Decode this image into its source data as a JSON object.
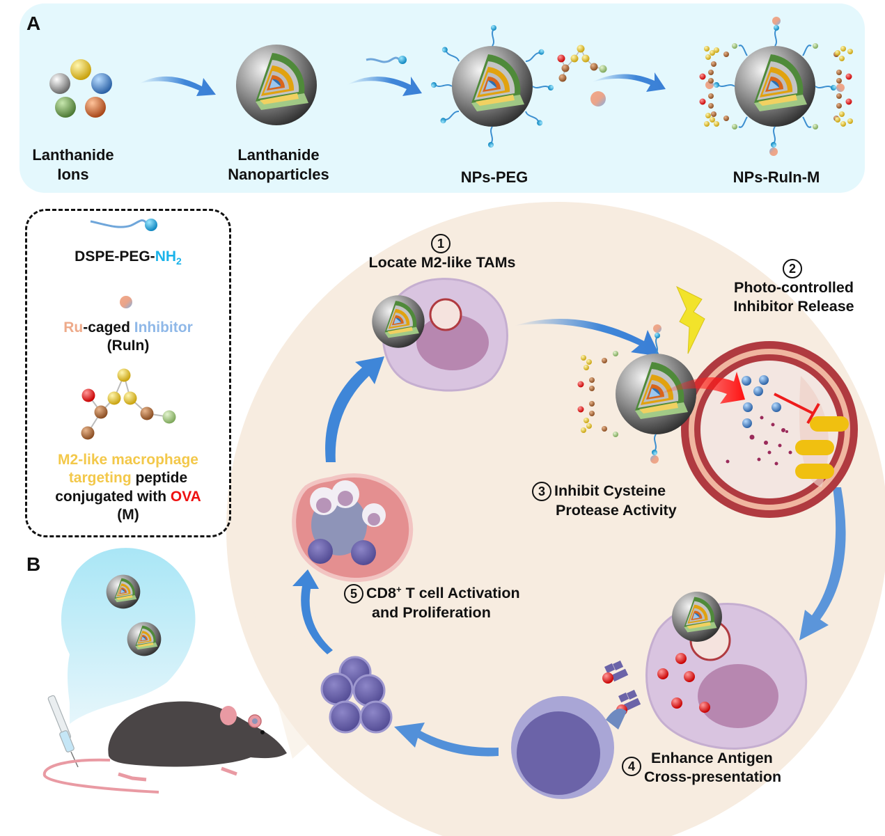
{
  "panels": {
    "a_label": "A",
    "b_label": "B"
  },
  "synthesis": {
    "stages": [
      {
        "line1": "Lanthanide",
        "line2": "Ions"
      },
      {
        "line1": "Lanthanide",
        "line2": "Nanoparticles"
      },
      {
        "line1": "NPs-PEG",
        "line2": ""
      },
      {
        "line1": "NPs-RuIn-M",
        "line2": ""
      }
    ]
  },
  "legend": {
    "peg": {
      "main": "DSPE-PEG-",
      "accent": "NH",
      "sub": "2"
    },
    "ruin": {
      "ru": "Ru",
      "caged": "-caged ",
      "inhibitor": "Inhibitor",
      "abbr": "(RuIn)"
    },
    "peptide": {
      "targeting1": "M2-like macrophage",
      "targeting2": "targeting",
      "rest1": " peptide",
      "rest2": "conjugated with ",
      "ova": "OVA",
      "abbr": "(M)"
    }
  },
  "steps": [
    {
      "num": "1",
      "line1": "Locate M2-like TAMs",
      "line2": ""
    },
    {
      "num": "2",
      "line1": "Photo-controlled",
      "line2": "Inhibitor Release"
    },
    {
      "num": "3",
      "line1": "Inhibit Cysteine",
      "line2": "Protease Activity"
    },
    {
      "num": "4",
      "line1": "Enhance Antigen",
      "line2": "Cross-presentation"
    },
    {
      "num": "5",
      "line1": "CD8",
      "sup": "+",
      "line1b": " T cell Activation",
      "line2": "and Proliferation"
    }
  ],
  "colors": {
    "panel_a_bg": "#e4f8fd",
    "cycle_bg": "#f7ece0",
    "arrow_blue": "#3f86d8",
    "nh2_cyan": "#1ab3ea",
    "ru_salmon": "#eeaa8a",
    "inhibitor_blue": "#8fb8e8",
    "targeting_yellow": "#f3c84a",
    "ova_red": "#ee1111",
    "release_arrow_red": "#ff1a1a",
    "lightning_yellow": "#f2e32a",
    "lysosome_red": "#b03a40",
    "macrophage_purple": "#cdb2d4",
    "tcell_purple": "#6b63a8",
    "mouse_gray": "#4a4546",
    "tail_pink": "#e99aa3"
  }
}
